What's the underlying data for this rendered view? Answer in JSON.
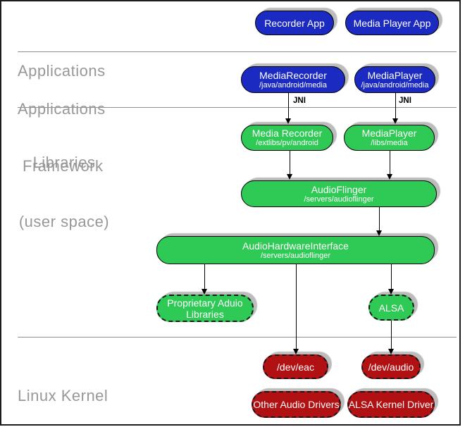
{
  "layers": [
    {
      "id": "applications",
      "label_lines": [
        "Applications"
      ]
    },
    {
      "id": "applications-framework",
      "label_lines": [
        "Applications",
        "Framework"
      ]
    },
    {
      "id": "libraries-user-space",
      "label_lines": [
        "Libraries",
        "(user space)"
      ]
    },
    {
      "id": "linux-kernel",
      "label_lines": [
        "Linux Kernel"
      ]
    }
  ],
  "nodes": [
    {
      "id": "recorder-app",
      "title": "Recorder App",
      "color": "blue",
      "border": "solid"
    },
    {
      "id": "media-player-app",
      "title": "Media Player App",
      "color": "blue",
      "border": "solid"
    },
    {
      "id": "media-recorder-framework",
      "title": "MediaRecorder",
      "subtitle": "/java/android/media",
      "color": "blue",
      "border": "solid"
    },
    {
      "id": "media-player-framework",
      "title": "MediaPlayer",
      "subtitle": "/java/android/media",
      "color": "blue",
      "border": "solid"
    },
    {
      "id": "media-recorder-lib",
      "title": "Media Recorder",
      "subtitle": "/extlibs/pv/android",
      "color": "green",
      "border": "solid"
    },
    {
      "id": "media-player-lib",
      "title": "MediaPlayer",
      "subtitle": "/libs/media",
      "color": "green",
      "border": "solid"
    },
    {
      "id": "audio-flinger",
      "title": "AudioFlinger",
      "subtitle": "/servers/audioflinger",
      "color": "green",
      "border": "solid"
    },
    {
      "id": "audio-hardware-interface",
      "title": "AudioHardwareInterface",
      "subtitle": "/servers/audioflinger",
      "color": "green",
      "border": "solid"
    },
    {
      "id": "proprietary-audio-libraries",
      "title": "Proprietary Aduio Libraries",
      "color": "green",
      "border": "dashed"
    },
    {
      "id": "alsa",
      "title": "ALSA",
      "color": "green",
      "border": "dashed"
    },
    {
      "id": "dev-eac",
      "title": "/dev/eac",
      "color": "red",
      "border": "dashed"
    },
    {
      "id": "dev-audio",
      "title": "/dev/audio",
      "color": "red",
      "border": "dashed"
    },
    {
      "id": "other-audio-drivers",
      "title": "Other Audio Drivers",
      "color": "red",
      "border": "dashed"
    },
    {
      "id": "alsa-kernel-driver",
      "title": "ALSA Kernel Driver",
      "color": "red",
      "border": "dashed"
    }
  ],
  "edges": [
    {
      "from": "media-recorder-framework",
      "to": "media-recorder-lib",
      "label": "JNI"
    },
    {
      "from": "media-player-framework",
      "to": "media-player-lib",
      "label": "JNI"
    },
    {
      "from": "media-recorder-lib",
      "to": "audio-flinger",
      "label": ""
    },
    {
      "from": "media-player-lib",
      "to": "audio-flinger",
      "label": ""
    },
    {
      "from": "audio-flinger",
      "to": "audio-hardware-interface",
      "label": ""
    },
    {
      "from": "audio-hardware-interface",
      "to": "proprietary-audio-libraries",
      "label": ""
    },
    {
      "from": "audio-hardware-interface",
      "to": "dev-eac",
      "label": ""
    },
    {
      "from": "audio-hardware-interface",
      "to": "alsa",
      "label": ""
    },
    {
      "from": "alsa",
      "to": "dev-audio",
      "label": ""
    }
  ],
  "colors": {
    "blue": "#1b2ac1",
    "green": "#2eca55",
    "red": "#b11113",
    "shadow": "#bcbcbc",
    "label_gray": "#989898"
  }
}
